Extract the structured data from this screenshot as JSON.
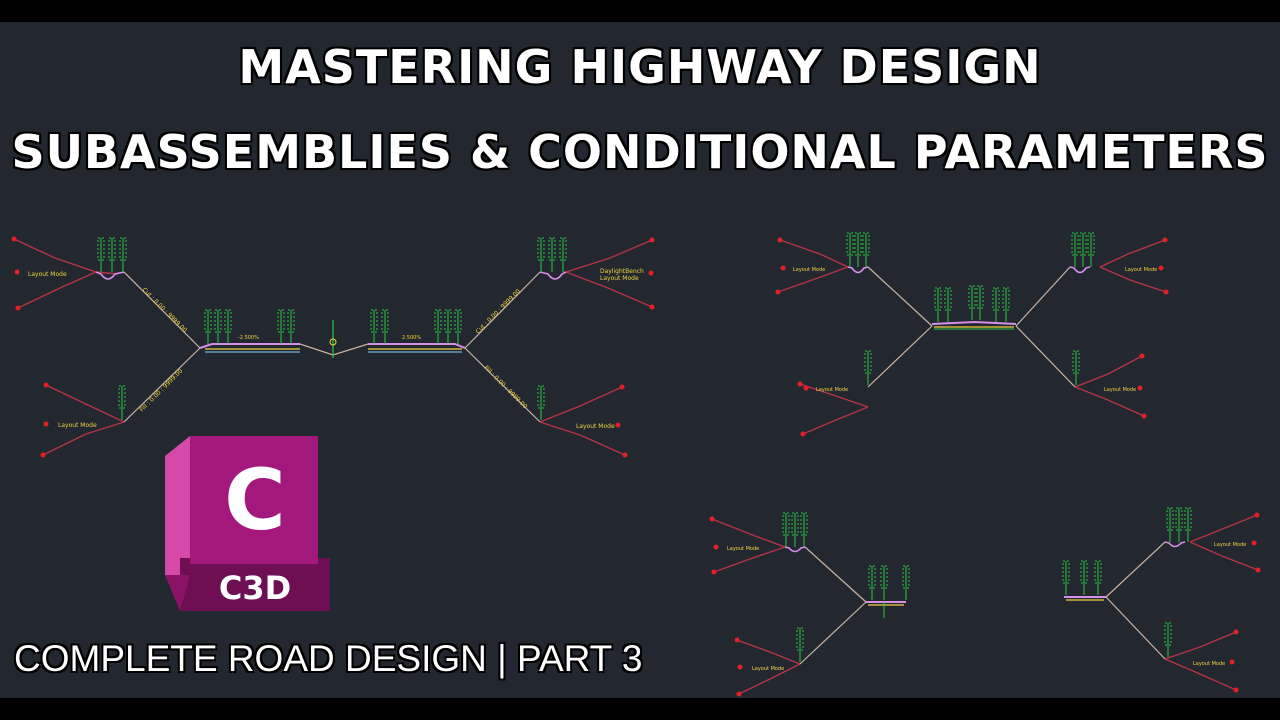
{
  "title_line1": "MASTERING HIGHWAY DESIGN",
  "title_line2": "SUBASSEMBLIES & CONDITIONAL PARAMETERS",
  "footer": "COMPLETE ROAD DESIGN | PART 3",
  "logo": {
    "letter": "C",
    "abbr": "C3D",
    "icon": "civil-3d-logo"
  },
  "drawing_labels": {
    "layout_mode": "Layout Mode",
    "daylight_bench": "DaylightBench",
    "cut_left": "Cut : 0.00 : 9999.00",
    "fill_left": "Fill : 0.00 : 9999.00",
    "cut_right": "Cut : 0.00 : 9999.00",
    "fill_right": "Fill : 0.00 : 9999.00",
    "slope_a": "-2.500%",
    "slope_b": "2.500%"
  },
  "colors": {
    "background": "#232830",
    "link": "#b83248",
    "marker": "#e32028",
    "code": "#27c93f",
    "text": "#f0d23c",
    "lane": "#d68ee8",
    "logo_front": "#a3187d",
    "logo_side": "#d54aa8",
    "logo_bottom": "#6e0f54"
  }
}
